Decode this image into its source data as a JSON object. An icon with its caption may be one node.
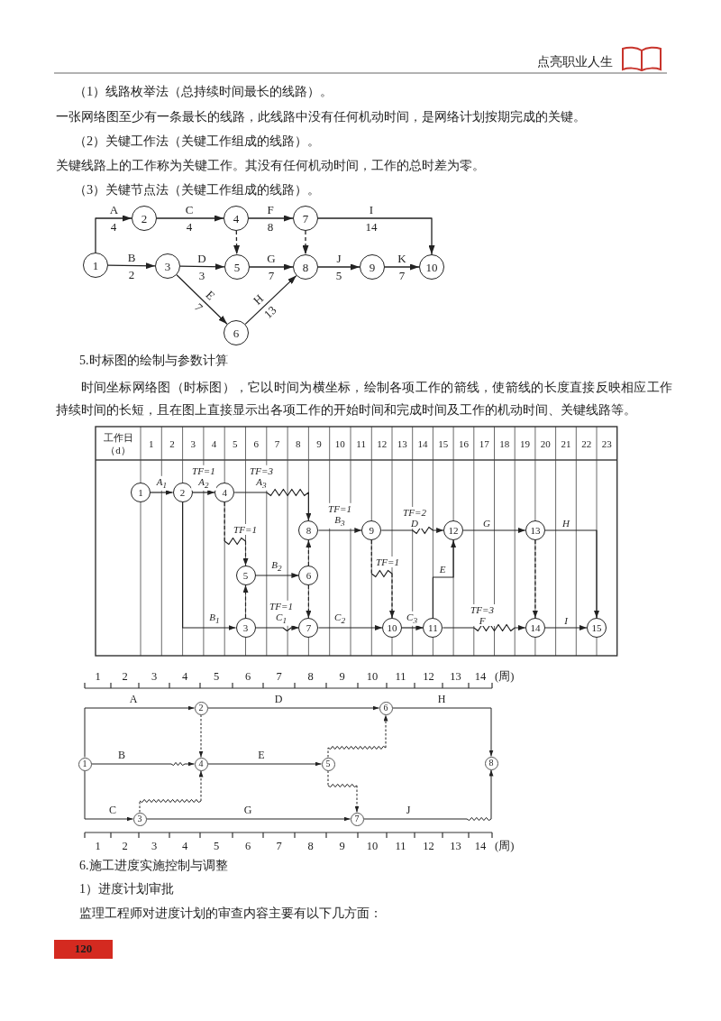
{
  "diagram": {
    "nodes": [
      {
        "text": [
          "1"
        ]
      },
      {
        "text": [
          "2"
        ]
      },
      {
        "text": [
          "3"
        ]
      },
      {
        "text": [
          "4"
        ]
      },
      {
        "text": [
          "5"
        ]
      },
      {
        "text": [
          "6"
        ]
      },
      {
        "text": [
          "7"
        ]
      },
      {
        "text": [
          "8"
        ]
      },
      {
        "text": [
          "9"
        ]
      },
      {
        "text": [
          "10"
        ]
      },
      {
        "text": [
          "1"
        ]
      },
      {
        "text": [
          "2"
        ]
      },
      {
        "text": [
          "3"
        ]
      },
      {
        "text": [
          "4"
        ]
      },
      {
        "text": [
          "5"
        ]
      },
      {
        "text": [
          "6"
        ]
      },
      {
        "text": [
          "7"
        ]
      },
      {
        "text": [
          "8"
        ]
      },
      {
        "text": [
          "9"
        ]
      },
      {
        "text": [
          "10"
        ]
      },
      {
        "text": [
          "11"
        ]
      },
      {
        "text": [
          "12"
        ]
      },
      {
        "text": [
          "13"
        ]
      },
      {
        "text": [
          "14"
        ]
      },
      {
        "text": [
          "15"
        ]
      },
      {
        "text": [
          "1"
        ]
      },
      {
        "text": [
          "2"
        ]
      },
      {
        "text": [
          "3"
        ]
      },
      {
        "text": [
          "4"
        ]
      },
      {
        "text": [
          "5"
        ]
      },
      {
        "text": [
          "6"
        ]
      },
      {
        "text": [
          "7"
        ]
      },
      {
        "text": [
          "8"
        ]
      }
    ],
    "edges": [
      {
        "from": 0,
        "to": 1,
        "arrow": "to",
        "label": "A 4"
      },
      {
        "from": 0,
        "to": 2,
        "arrow": "to",
        "label": "B 2"
      },
      {
        "from": 1,
        "to": 3,
        "arrow": "to",
        "label": "C 4"
      },
      {
        "from": 2,
        "to": 4,
        "arrow": "to",
        "label": "D 3"
      },
      {
        "from": 2,
        "to": 5,
        "arrow": "to",
        "label": "E 7"
      },
      {
        "from": 3,
        "to": 6,
        "arrow": "to",
        "label": "F 8"
      },
      {
        "from": 3,
        "to": 4,
        "arrow": "to",
        "style": "dashed"
      },
      {
        "from": 4,
        "to": 7,
        "arrow": "to",
        "label": "G 7"
      },
      {
        "from": 5,
        "to": 7,
        "arrow": "to",
        "label": "H 13"
      },
      {
        "from": 6,
        "to": 7,
        "arrow": "to",
        "style": "dashed"
      },
      {
        "from": 6,
        "to": 9,
        "arrow": "to",
        "label": "I 14"
      },
      {
        "from": 7,
        "to": 8,
        "arrow": "to",
        "label": "J 5"
      },
      {
        "from": 8,
        "to": 9,
        "arrow": "to",
        "label": "K 7"
      },
      {
        "from": 10,
        "to": 11,
        "arrow": "to",
        "label": "A$_{1}$"
      },
      {
        "from": 11,
        "to": 13,
        "arrow": "to",
        "label": "TF=1 A$_{2}$"
      },
      {
        "from": 13,
        "to": 17,
        "arrow": "to",
        "label": "TF=3 A$_{3}$"
      },
      {
        "from": 13,
        "to": 14,
        "arrow": "to",
        "style": "dashed",
        "label": "TF=1"
      },
      {
        "from": 11,
        "to": 12,
        "arrow": "to",
        "label": "B$_{1}$"
      },
      {
        "from": 12,
        "to": 14,
        "arrow": "to",
        "style": "dashed"
      },
      {
        "from": 14,
        "to": 15,
        "arrow": "to",
        "label": "B$_{2}$"
      },
      {
        "from": 15,
        "to": 17,
        "arrow": "to",
        "style": "dashed"
      },
      {
        "from": 15,
        "to": 16,
        "arrow": "to",
        "style": "dashed"
      },
      {
        "from": 12,
        "to": 16,
        "arrow": "to",
        "label": "TF=1 C$_{1}$"
      },
      {
        "from": 16,
        "to": 19,
        "arrow": "to",
        "label": "C$_{2}$"
      },
      {
        "from": 17,
        "to": 18,
        "arrow": "to",
        "label": "TF=1 B$_{3}$"
      },
      {
        "from": 18,
        "to": 21,
        "arrow": "to",
        "label": "TF=2 D"
      },
      {
        "from": 18,
        "to": 19,
        "arrow": "to",
        "style": "dashed",
        "label": "TF=1"
      },
      {
        "from": 19,
        "to": 20,
        "arrow": "to",
        "label": "C$_{3}$"
      },
      {
        "from": 20,
        "to": 21,
        "arrow": "to",
        "label": "E"
      },
      {
        "from": 21,
        "to": 22,
        "arrow": "to",
        "label": "G"
      },
      {
        "from": 22,
        "to": 24,
        "arrow": "to",
        "label": "H"
      },
      {
        "from": 22,
        "to": 23,
        "arrow": "to",
        "style": "dashed"
      },
      {
        "from": 20,
        "to": 23,
        "arrow": "to",
        "label": "TF=3 F"
      },
      {
        "from": 23,
        "to": 24,
        "arrow": "to",
        "label": "I"
      },
      {
        "from": 25,
        "to": 26,
        "arrow": "to",
        "label": "A"
      },
      {
        "from": 25,
        "to": 28,
        "arrow": "to",
        "label": "B"
      },
      {
        "from": 25,
        "to": 27,
        "arrow": "to",
        "label": "C"
      },
      {
        "from": 26,
        "to": 30,
        "arrow": "to",
        "label": "D"
      },
      {
        "from": 26,
        "to": 28,
        "arrow": "to",
        "style": "dashed"
      },
      {
        "from": 27,
        "to": 28,
        "arrow": "to",
        "style": "dashed"
      },
      {
        "from": 28,
        "to": 29,
        "arrow": "to",
        "label": "E"
      },
      {
        "from": 27,
        "to": 31,
        "arrow": "to",
        "label": "G"
      },
      {
        "from": 29,
        "to": 30,
        "arrow": "to",
        "style": "dashed"
      },
      {
        "from": 29,
        "to": 31,
        "arrow": "to",
        "style": "dashed"
      },
      {
        "from": 30,
        "to": 32,
        "arrow": "to",
        "label": "H"
      },
      {
        "from": 31,
        "to": 32,
        "arrow": "to",
        "label": "J"
      }
    ],
    "labels": [
      "点亮职业人生",
      "（1）线路枚举法（总持续时间最长的线路）。",
      "一张网络图至少有一条最长的线路，此线路中没有任何机动时间，是网络计划按期完成的关键。",
      "（2）关键工作法（关键工作组成的线路）。",
      "关键线路上的工作称为关键工作。其没有任何机动时间，工作的总时差为零。",
      "（3）关键节点法（关键工作组成的线路）。",
      "5.时标图的绘制与参数计算",
      "时间坐标网络图（时标图），它以时间为横坐标，绘制各项工作的箭线，使箭线的长度直接反映相应工作持续时间的长短，且在图上直接显示出各项工作的开始时间和完成时间及工作的机动时间、关键线路等。",
      "工作日（d）",
      "1",
      "2",
      "3",
      "4",
      "5",
      "6",
      "7",
      "8",
      "9",
      "10",
      "11",
      "12",
      "13",
      "14",
      "15",
      "16",
      "17",
      "18",
      "19",
      "20",
      "21",
      "22",
      "23",
      "1",
      "2",
      "3",
      "4",
      "5",
      "6",
      "7",
      "8",
      "9",
      "10",
      "11",
      "12",
      "13",
      "14",
      "(周)",
      "1",
      "2",
      "3",
      "4",
      "5",
      "6",
      "7",
      "8",
      "9",
      "10",
      "11",
      "12",
      "13",
      "14",
      "(周)",
      "6.施工进度实施控制与调整",
      "1）进度计划审批",
      "监理工程师对进度计划的审查内容主要有以下几方面：",
      "120"
    ]
  }
}
